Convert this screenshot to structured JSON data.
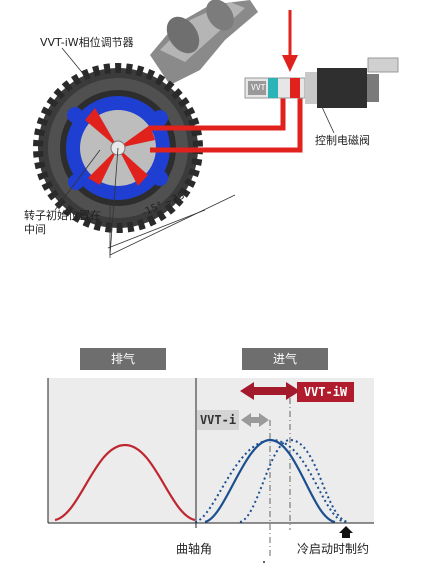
{
  "top_diagram": {
    "phaser_label": "VVT-iW相位调节器",
    "solenoid_label": "控制电磁阀",
    "solenoid_tag": "VVT",
    "rotor_label_line1": "转子初始位置在",
    "rotor_label_line2": "中间",
    "angle_range": "-15° ~25°"
  },
  "bottom_diagram": {
    "exhaust_tag": "排气",
    "intake_tag": "进气",
    "vvt_iw_label": "VVT-iW",
    "vvt_i_label": "VVT-i",
    "x_axis_label": "曲轴角",
    "cold_start_label": "冷启动时制约"
  },
  "colors": {
    "exhaust_curve": "#c0262f",
    "intake_curve": "#1b4f8f",
    "vvt_iw_accent": "#b01c2e",
    "oil_line": "#e0211c",
    "panel_bg": "#ececec"
  }
}
